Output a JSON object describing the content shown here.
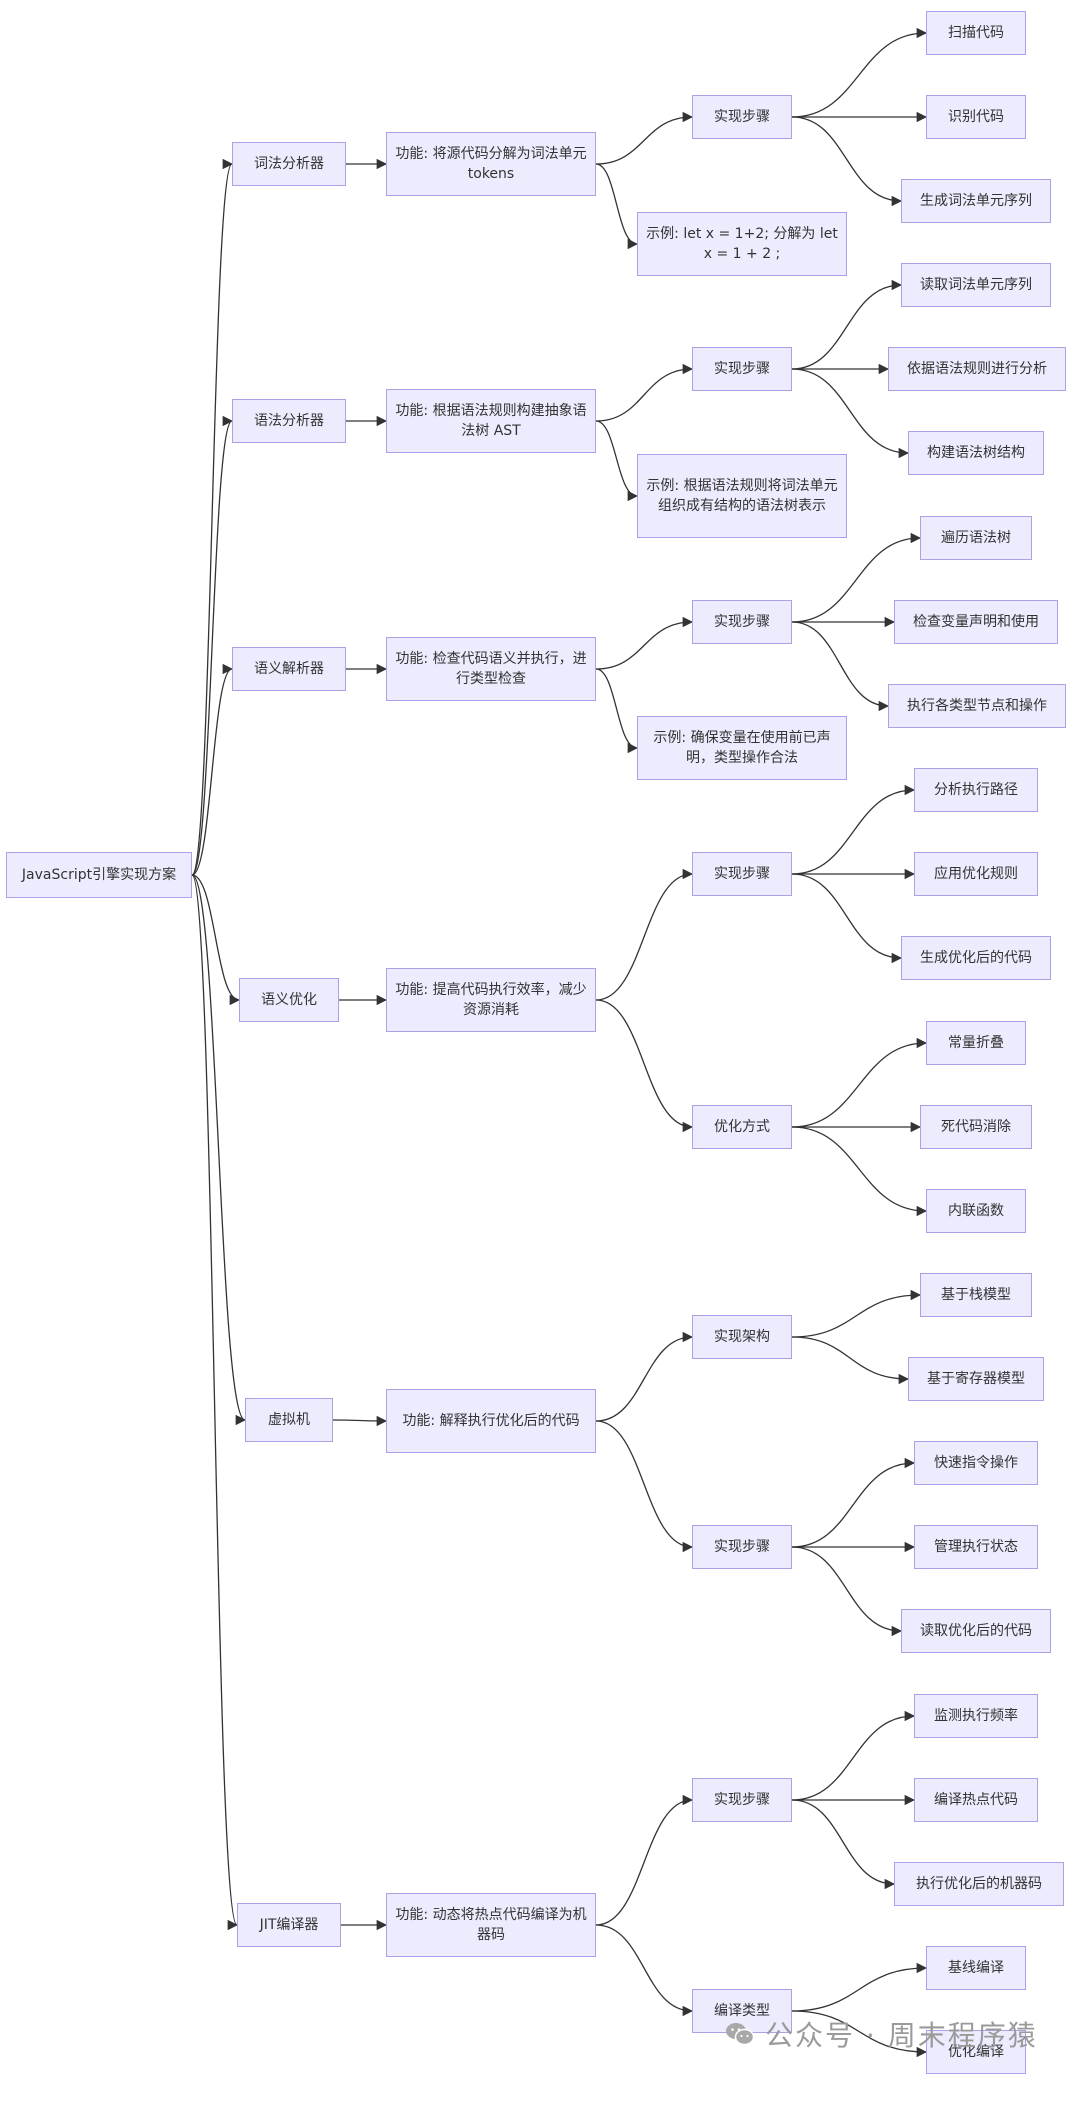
{
  "diagram": {
    "root": "JavaScript引擎实现方案",
    "branches": [
      {
        "label": "词法分析器",
        "function": "功能: 将源代码分解为词法单元 tokens",
        "groups": [
          {
            "label": "实现步骤",
            "items": [
              "扫描代码",
              "识别代码",
              "生成词法单元序列"
            ]
          }
        ],
        "example": "示例: let x = 1+2; 分解为 let x = 1 + 2 ;"
      },
      {
        "label": "语法分析器",
        "function": "功能: 根据语法规则构建抽象语法树 AST",
        "groups": [
          {
            "label": "实现步骤",
            "items": [
              "读取词法单元序列",
              "依据语法规则进行分析",
              "构建语法树结构"
            ]
          }
        ],
        "example": "示例: 根据语法规则将词法单元组织成有结构的语法树表示"
      },
      {
        "label": "语义解析器",
        "function": "功能: 检查代码语义并执行，进行类型检查",
        "groups": [
          {
            "label": "实现步骤",
            "items": [
              "遍历语法树",
              "检查变量声明和使用",
              "执行各类型节点和操作"
            ]
          }
        ],
        "example": "示例: 确保变量在使用前已声明，类型操作合法"
      },
      {
        "label": "语义优化",
        "function": "功能: 提高代码执行效率，减少资源消耗",
        "groups": [
          {
            "label": "实现步骤",
            "items": [
              "分析执行路径",
              "应用优化规则",
              "生成优化后的代码"
            ]
          },
          {
            "label": "优化方式",
            "items": [
              "常量折叠",
              "死代码消除",
              "内联函数"
            ]
          }
        ]
      },
      {
        "label": "虚拟机",
        "function": "功能: 解释执行优化后的代码",
        "groups": [
          {
            "label": "实现架构",
            "items": [
              "基于栈模型",
              "基于寄存器模型"
            ]
          },
          {
            "label": "实现步骤",
            "items": [
              "快速指令操作",
              "管理执行状态",
              "读取优化后的代码"
            ]
          }
        ]
      },
      {
        "label": "JIT编译器",
        "function": "功能: 动态将热点代码编译为机器码",
        "groups": [
          {
            "label": "实现步骤",
            "items": [
              "监测执行频率",
              "编译热点代码",
              "执行优化后的机器码"
            ]
          },
          {
            "label": "编译类型",
            "items": [
              "基线编译",
              "优化编译"
            ]
          }
        ]
      }
    ]
  },
  "watermark": {
    "text": "公众号 · 周末程序猿",
    "icon": "wechat-icon"
  },
  "colors": {
    "node_fill": "#ececfe",
    "node_border": "#a9a2e6",
    "edge": "#333333",
    "text": "#333333"
  }
}
